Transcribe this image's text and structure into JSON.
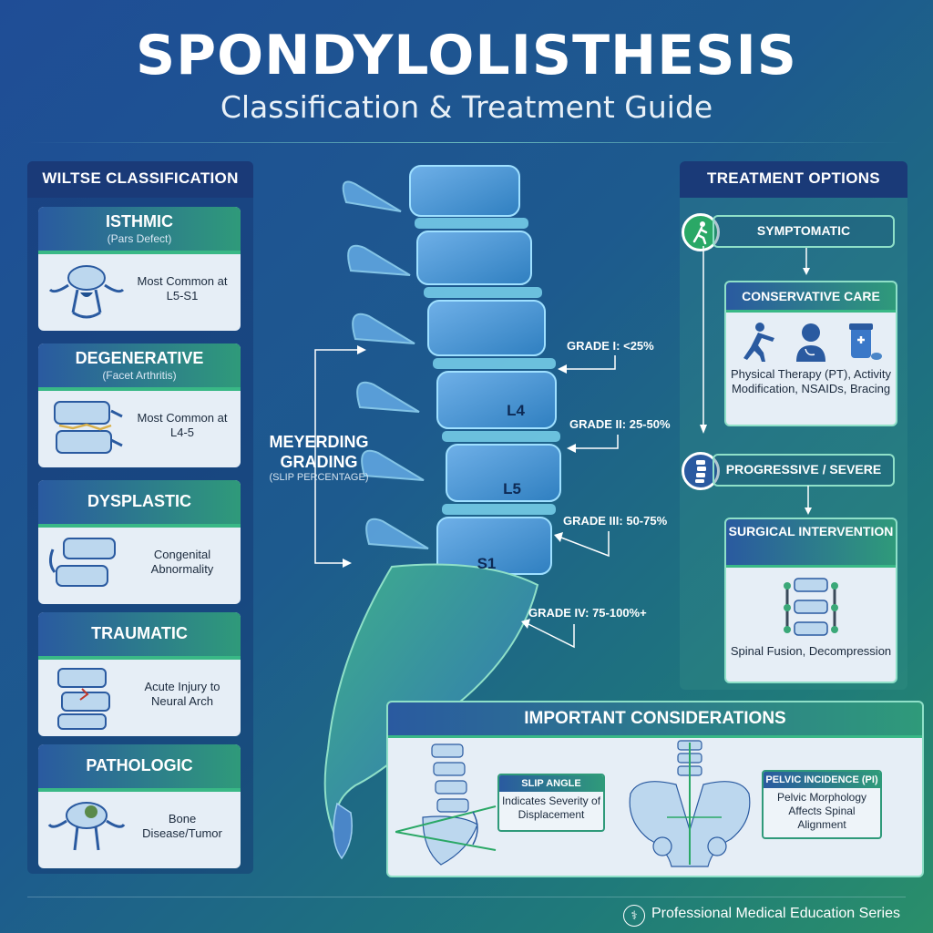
{
  "header": {
    "title": "SPONDYLOLISTHESIS",
    "subtitle": "Classification & Treatment Guide"
  },
  "wiltse": {
    "heading": "WILTSE CLASSIFICATION",
    "types": [
      {
        "name": "ISTHMIC",
        "sub": "(Pars Defect)",
        "desc": "Most Common at L5-S1"
      },
      {
        "name": "DEGENERATIVE",
        "sub": "(Facet Arthritis)",
        "desc": "Most Common at L4-5"
      },
      {
        "name": "DYSPLASTIC",
        "sub": "",
        "desc": "Congenital Abnormality"
      },
      {
        "name": "TRAUMATIC",
        "sub": "",
        "desc": "Acute Injury to Neural Arch"
      },
      {
        "name": "PATHOLOGIC",
        "sub": "",
        "desc": "Bone Disease/Tumor"
      }
    ]
  },
  "meyerding": {
    "title": "MEYERDING GRADING",
    "sub": "(SLIP PERCENTAGE)",
    "grades": [
      "GRADE I: <25%",
      "GRADE II: 25-50%",
      "GRADE III: 50-75%",
      "GRADE IV: 75-100%+"
    ],
    "vertebra_labels": [
      "L4",
      "L5",
      "S1"
    ]
  },
  "treatment": {
    "heading": "TREATMENT OPTIONS",
    "symptomatic": "SYMPTOMATIC",
    "conservative_title": "CONSERVATIVE CARE",
    "conservative_desc": "Physical Therapy (PT), Activity Modification, NSAIDs, Bracing",
    "progressive": "PROGRESSIVE / SEVERE",
    "surgical_title": "SURGICAL INTERVENTION",
    "surgical_desc": "Spinal Fusion, Decompression"
  },
  "considerations": {
    "heading": "IMPORTANT CONSIDERATIONS",
    "slip_angle_title": "SLIP ANGLE",
    "slip_angle_desc": "Indicates Severity of Displacement",
    "pi_title": "PELVIC INCIDENCE (PI)",
    "pi_desc": "Pelvic Morphology Affects Spinal Alignment"
  },
  "footer": {
    "text": "Professional Medical Education Series"
  },
  "colors": {
    "accent_green": "#39b886",
    "panel_navy": "#1a3a78",
    "card_bg": "#e6eef6"
  }
}
